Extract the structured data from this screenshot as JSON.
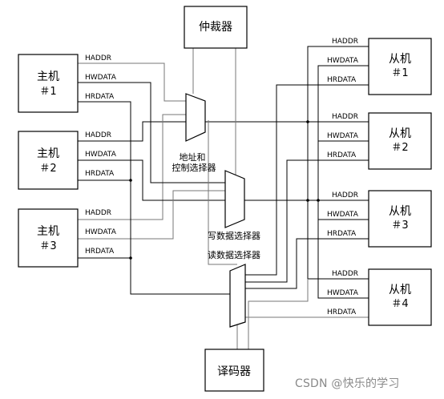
{
  "arbiter": {
    "label": "仲裁器"
  },
  "decoder": {
    "label": "译码器"
  },
  "masters": [
    {
      "name": "主机",
      "id": "＃1"
    },
    {
      "name": "主机",
      "id": "＃2"
    },
    {
      "name": "主机",
      "id": "＃3"
    }
  ],
  "slaves": [
    {
      "name": "从机",
      "id": "＃1"
    },
    {
      "name": "从机",
      "id": "＃2"
    },
    {
      "name": "从机",
      "id": "＃3"
    },
    {
      "name": "从机",
      "id": "＃4"
    }
  ],
  "signals": {
    "haddr": "HADDR",
    "hwdata": "HWDATA",
    "hrdata": "HRDATA"
  },
  "mux_labels": {
    "addr_line1": "地址和",
    "addr_line2": "控制选择器",
    "write": "写数据选择器",
    "read": "读数据选择器"
  },
  "watermark": "CSDN @快乐的学习"
}
